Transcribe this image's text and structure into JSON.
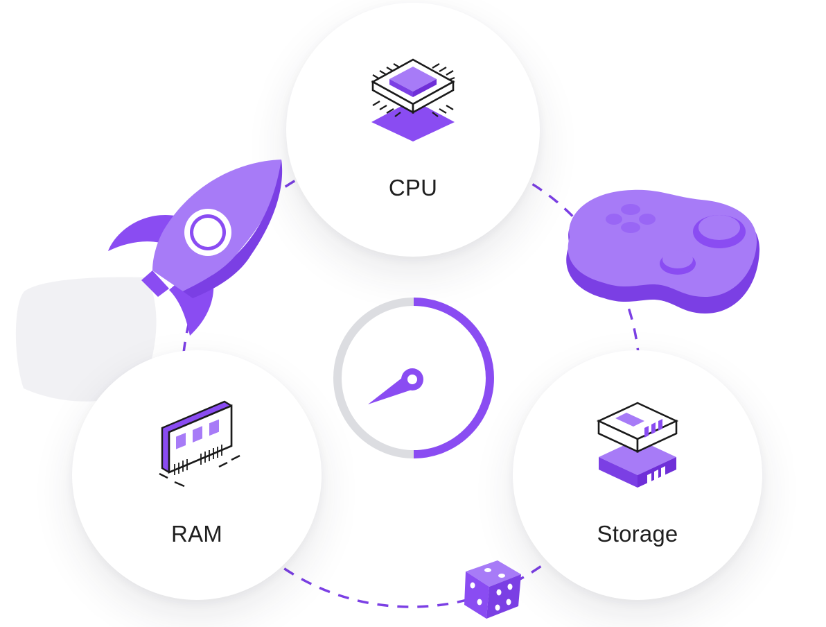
{
  "components": {
    "cpu": {
      "label": "CPU",
      "icon": "cpu-chip-icon"
    },
    "ram": {
      "label": "RAM",
      "icon": "ram-module-icon"
    },
    "storage": {
      "label": "Storage",
      "icon": "ssd-storage-icon"
    }
  },
  "decorations": [
    "rocket-icon",
    "gamepad-icon",
    "dice-icon",
    "speedometer-gauge"
  ],
  "gauge": {
    "level": 0.5
  },
  "colors": {
    "accent": "#8a4cf2",
    "accent_light": "#a77bf7",
    "accent_dark": "#6f2fd8",
    "track": "#dcdde1",
    "text": "#1f1f1f"
  }
}
